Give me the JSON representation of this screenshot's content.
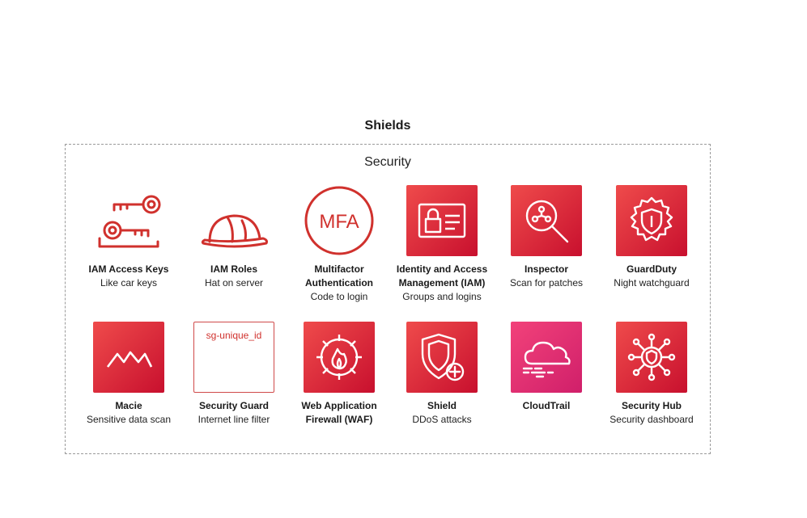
{
  "title": "Shields",
  "group_label": "Security",
  "colors": {
    "accent": "#d0312d",
    "tile_red": "#dd2c2c",
    "tile_pink": "#e6336f"
  },
  "services": [
    {
      "id": "iam-access-keys",
      "name": "IAM Access Keys",
      "desc": "Like car keys",
      "icon": "keys-icon"
    },
    {
      "id": "iam-roles",
      "name": "IAM Roles",
      "desc": "Hat on server",
      "icon": "hard-hat-icon"
    },
    {
      "id": "mfa",
      "name": "Multifactor Authentication",
      "desc": "Code to login",
      "icon": "mfa-icon",
      "icon_text": "MFA"
    },
    {
      "id": "iam",
      "name": "Identity and Access Management (IAM)",
      "desc": "Groups and logins",
      "icon": "id-card-icon"
    },
    {
      "id": "inspector",
      "name": "Inspector",
      "desc": "Scan for patches",
      "icon": "magnifier-icon"
    },
    {
      "id": "guardduty",
      "name": "GuardDuty",
      "desc": "Night watchguard",
      "icon": "shield-gear-icon"
    },
    {
      "id": "macie",
      "name": "Macie",
      "desc": "Sensitive data scan",
      "icon": "macie-icon"
    },
    {
      "id": "security-guard",
      "name": "Security Guard",
      "desc": "Internet line filter",
      "icon": "placeholder-icon",
      "icon_text": "sg-unique_id"
    },
    {
      "id": "waf",
      "name": "Web Application Firewall (WAF)",
      "desc": "",
      "icon": "firewall-icon"
    },
    {
      "id": "shield",
      "name": "Shield",
      "desc": "DDoS attacks",
      "icon": "shield-plus-icon"
    },
    {
      "id": "cloudtrail",
      "name": "CloudTrail",
      "desc": "",
      "icon": "cloud-icon"
    },
    {
      "id": "security-hub",
      "name": "Security Hub",
      "desc": "Security dashboard",
      "icon": "hub-icon"
    }
  ]
}
